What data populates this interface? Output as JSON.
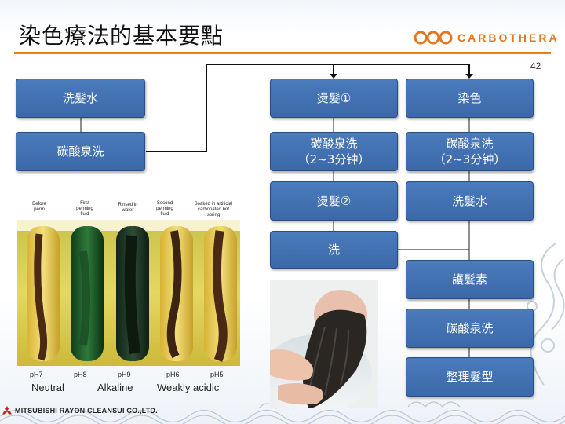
{
  "slide": {
    "title": "染色療法的基本要點",
    "page_number": "42",
    "brand": "CARBOTHERA",
    "footer_company": "MITSUBISHI RAYON CLEANSUI CO.,LTD."
  },
  "colors": {
    "accent_orange": "#f07b12",
    "box_blue": "#3f6fb0",
    "line_black": "#111111"
  },
  "flow_left": [
    "洗髮水",
    "碳酸泉洗"
  ],
  "flow_middle": [
    "燙髮①",
    "碳酸泉洗\n（2~3分钟）",
    "燙髮②",
    "洗"
  ],
  "flow_right": [
    "染色",
    "碳酸泉洗\n（2~3分钟）",
    "洗髮水",
    "護髮素",
    "碳酸泉洗",
    "整理髮型"
  ],
  "tube_photo": {
    "labels": [
      "Before\nperm",
      "First\nperming\nfluid",
      "Rinsed in\nwater",
      "Second\nperming\nfluid",
      "Soaked in artificial\ncarbonated hot\nspring"
    ],
    "ph": [
      "pH7",
      "pH8",
      "pH9",
      "pH6",
      "pH5"
    ],
    "categories": [
      "Neutral",
      "Alkaline",
      "Weakly acidic"
    ]
  },
  "icons": [
    "carbothera-logo-icon",
    "mitsubishi-diamond-icon",
    "wave-pattern",
    "dragon-pattern"
  ]
}
